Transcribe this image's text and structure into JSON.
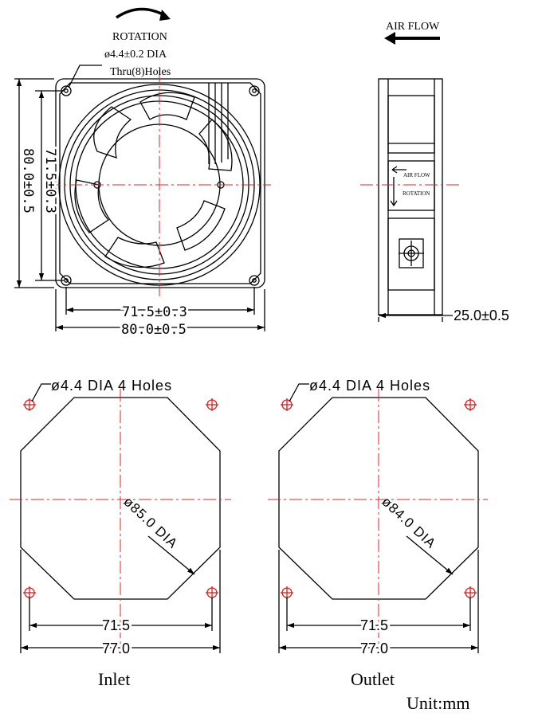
{
  "front_view": {
    "rotation_label": "ROTATION",
    "hole_callout_line1": "ø4.4±0.2 DIA",
    "hole_callout_line2": "Thru(8)Holes",
    "dim_hole_spacing_h": "71.5±0.3",
    "dim_width": "80.0±0.5",
    "dim_hole_spacing_v": "71.5±0.3",
    "dim_height": "80.0±0.5"
  },
  "side_view": {
    "airflow_label": "AIR FLOW",
    "label_airflow_small": "AIR FLOW",
    "label_rotation_small": "ROTATION",
    "dim_depth": "25.0±0.5"
  },
  "inlet_view": {
    "hole_callout": "ø4.4 DIA 4 Holes",
    "dia_label": "ø85.0 DIA",
    "dim_hole_spacing": "71.5",
    "dim_width": "77.0",
    "caption": "Inlet"
  },
  "outlet_view": {
    "hole_callout": "ø4.4 DIA 4 Holes",
    "dia_label": "ø84.0 DIA",
    "dim_hole_spacing": "71.5",
    "dim_width": "77.0",
    "caption": "Outlet"
  },
  "units_label": "Unit:mm",
  "colors": {
    "line": "#000000",
    "centerline": "#e8202a",
    "hole_accent": "#d42020"
  }
}
